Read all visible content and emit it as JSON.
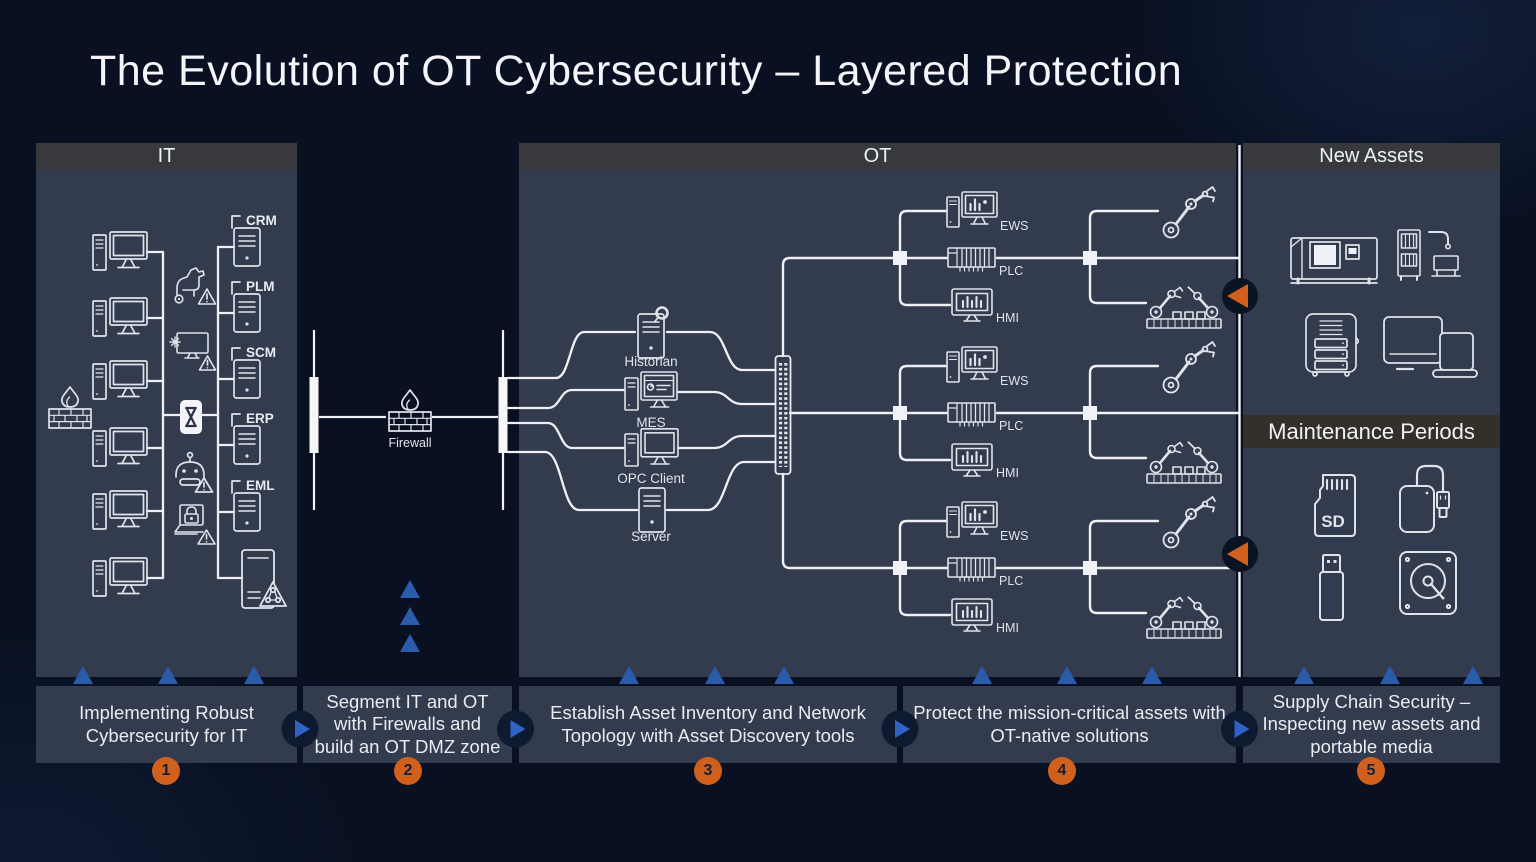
{
  "title": "The Evolution of OT Cybersecurity – Layered Protection",
  "panels": {
    "it": {
      "header": "IT",
      "server_labels": [
        "CRM",
        "PLM",
        "SCM",
        "ERP",
        "EML"
      ]
    },
    "dmz": {
      "firewall_label": "Firewall"
    },
    "ot": {
      "header": "OT",
      "device_labels": {
        "historian": "Historian",
        "mes": "MES",
        "opc_client": "OPC Client",
        "server": "Server"
      },
      "cell_labels": {
        "ews": "EWS",
        "plc": "PLC",
        "hmi": "HMI"
      }
    },
    "new_assets": {
      "header": "New Assets",
      "maintenance_header": "Maintenance Periods",
      "sd_card_label": "SD"
    }
  },
  "steps": [
    {
      "num": "1",
      "caption": "Implementing Robust Cybersecurity for IT"
    },
    {
      "num": "2",
      "caption": "Segment IT and OT with Firewalls and build an OT DMZ zone"
    },
    {
      "num": "3",
      "caption": "Establish Asset Inventory and Network Topology with Asset Discovery tools"
    },
    {
      "num": "4",
      "caption": "Protect the mission-critical assets with OT-native solutions"
    },
    {
      "num": "5",
      "caption": "Supply Chain Security – Inspecting new assets and portable media"
    }
  ],
  "icons": {
    "firewall": "brick-wall-flame",
    "it_endpoints": "desktop-computer",
    "threats": [
      "trojan-horse",
      "compromised-monitor",
      "blocked-connection",
      "bot",
      "compromised-laptop-lock"
    ],
    "ot_switch": "patch-panel",
    "ot_field": [
      "robot-arm",
      "assembly-line"
    ],
    "new_assets": [
      "cnc-machine",
      "production-machine",
      "server-cabinet",
      "monitor-laptop"
    ],
    "portable_media": [
      "sd-card",
      "external-drive",
      "usb-stick",
      "hard-disk"
    ]
  },
  "colors": {
    "background": "#081021",
    "panel": "#333b4f",
    "panel_header": "#37393d",
    "maintenance_header_bg": "#332f29",
    "line": "#e9ecf1",
    "accent_orange": "#d2601d",
    "arrow_blue": "#2f62c4",
    "triangle_blue": "#2b5cab"
  }
}
